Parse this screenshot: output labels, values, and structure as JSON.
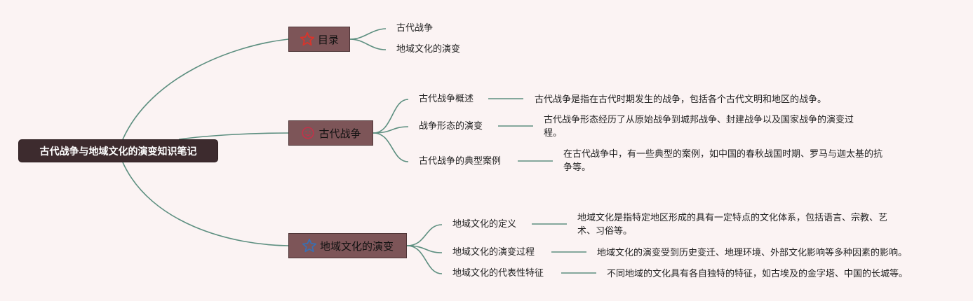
{
  "root": {
    "title": "古代战争与地域文化的演变知识笔记"
  },
  "branches": [
    {
      "label": "目录",
      "icon": "star-outline-icon",
      "icon_color": "#d9342b",
      "children": [
        {
          "label": "古代战争"
        },
        {
          "label": "地域文化的演变"
        }
      ]
    },
    {
      "label": "古代战争",
      "icon": "smile-face-icon",
      "icon_color": "#c0334a",
      "children": [
        {
          "label": "古代战争概述",
          "desc": [
            "古代战争是指在古代时期发生的战争，包括各个古代文明和地区的战争。"
          ]
        },
        {
          "label": "战争形态的演变",
          "desc": [
            "古代战争形态经历了从原始战争到城邦战争、封建战争以及国家战争的演变过",
            "程。"
          ]
        },
        {
          "label": "古代战争的典型案例",
          "desc": [
            "在古代战争中，有一些典型的案例，如中国的春秋战国时期、罗马与迦太基的抗",
            "争等。"
          ]
        }
      ]
    },
    {
      "label": "地域文化的演变",
      "icon": "star-outline-icon",
      "icon_color": "#3a6fb0",
      "children": [
        {
          "label": "地域文化的定义",
          "desc": [
            "地域文化是指特定地区形成的具有一定特点的文化体系，包括语言、宗教、艺",
            "术、习俗等。"
          ]
        },
        {
          "label": "地域文化的演变过程",
          "desc": [
            "地域文化的演变受到历史变迁、地理环境、外部文化影响等多种因素的影响。"
          ]
        },
        {
          "label": "地域文化的代表性特征",
          "desc": [
            "不同地域的文化具有各自独特的特征，如古埃及的金字塔、中国的长城等。"
          ]
        }
      ]
    }
  ],
  "colors": {
    "edge": "#5d8f80",
    "background": "#fbf3f3",
    "root_bg": "#3d2b2e",
    "branch_bg": "#7d5558"
  }
}
